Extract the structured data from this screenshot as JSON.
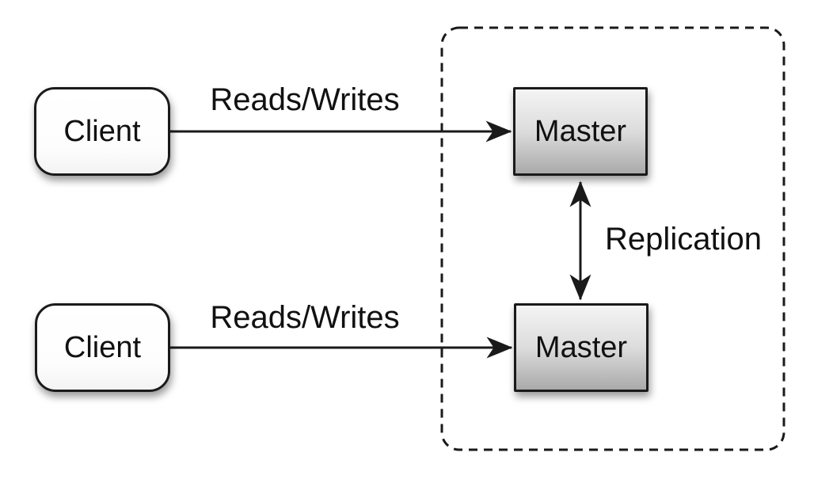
{
  "diagram": {
    "type": "architecture-diagram",
    "topic": "Master-master replication",
    "nodes": {
      "client_top": {
        "label": "Client",
        "shape": "rounded-rectangle",
        "fill": "#ffffff"
      },
      "client_bottom": {
        "label": "Client",
        "shape": "rounded-rectangle",
        "fill": "#ffffff"
      },
      "master_top": {
        "label": "Master",
        "shape": "rectangle",
        "fill_gradient": [
          "#f4f4f4",
          "#aaaaaa"
        ]
      },
      "master_bottom": {
        "label": "Master",
        "shape": "rectangle",
        "fill_gradient": [
          "#f4f4f4",
          "#aaaaaa"
        ]
      }
    },
    "edges": {
      "reads_writes_top": {
        "label": "Reads/Writes",
        "from": "client_top",
        "to": "master_top",
        "direction": "one-way"
      },
      "reads_writes_bottom": {
        "label": "Reads/Writes",
        "from": "client_bottom",
        "to": "master_bottom",
        "direction": "one-way"
      },
      "replication": {
        "label": "Replication",
        "from": "master_top",
        "to": "master_bottom",
        "direction": "bidirectional"
      }
    },
    "groups": {
      "replication_zone": {
        "border_style": "dashed",
        "contains": [
          "master_top",
          "master_bottom"
        ]
      }
    },
    "colors": {
      "background": "#ffffff",
      "stroke": "#1a1a1a",
      "text": "#111111"
    }
  }
}
